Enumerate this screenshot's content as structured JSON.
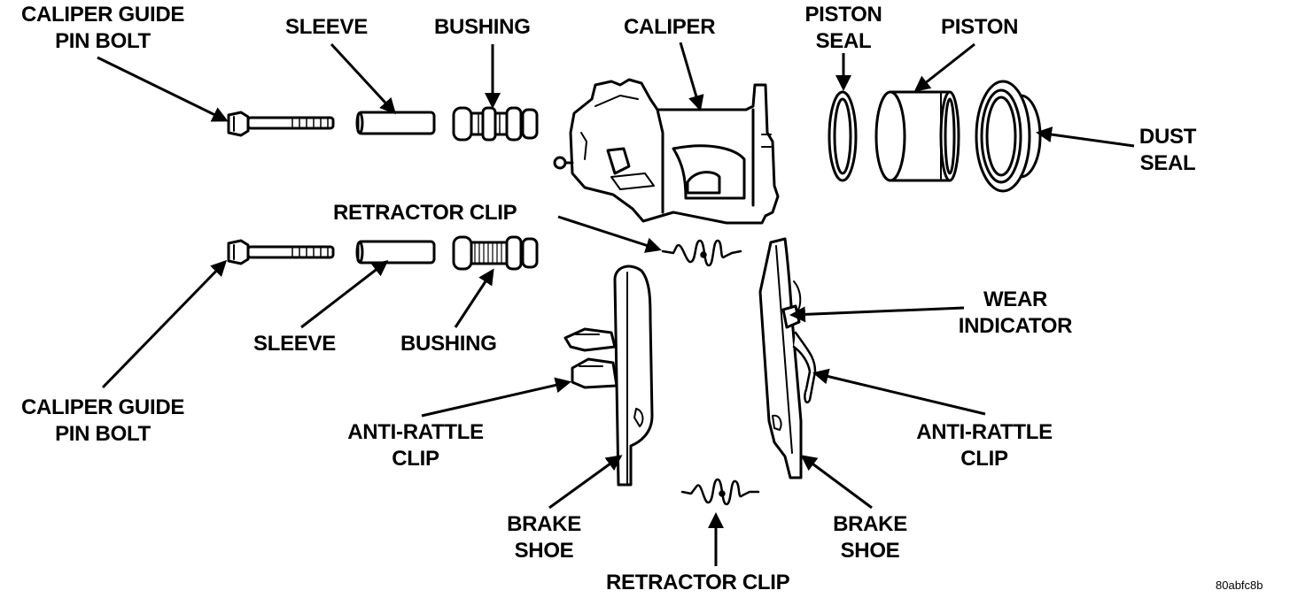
{
  "labels": {
    "caliper_guide_pin_bolt_top": [
      "CALIPER GUIDE",
      "PIN BOLT"
    ],
    "sleeve_top": "SLEEVE",
    "bushing_top": "BUSHING",
    "caliper": "CALIPER",
    "piston_seal": [
      "PISTON",
      "SEAL"
    ],
    "piston": "PISTON",
    "dust_seal": [
      "DUST",
      "SEAL"
    ],
    "retractor_clip_top": "RETRACTOR CLIP",
    "sleeve_bottom": "SLEEVE",
    "bushing_bottom": "BUSHING",
    "wear_indicator": [
      "WEAR",
      "INDICATOR"
    ],
    "caliper_guide_pin_bolt_bottom": [
      "CALIPER GUIDE",
      "PIN BOLT"
    ],
    "anti_rattle_clip_left": [
      "ANTI-RATTLE",
      "CLIP"
    ],
    "anti_rattle_clip_right": [
      "ANTI-RATTLE",
      "CLIP"
    ],
    "brake_shoe_left": [
      "BRAKE",
      "SHOE"
    ],
    "brake_shoe_right": [
      "BRAKE",
      "SHOE"
    ],
    "retractor_clip_bottom": "RETRACTOR CLIP"
  },
  "figure_ref": "80abfc8b"
}
